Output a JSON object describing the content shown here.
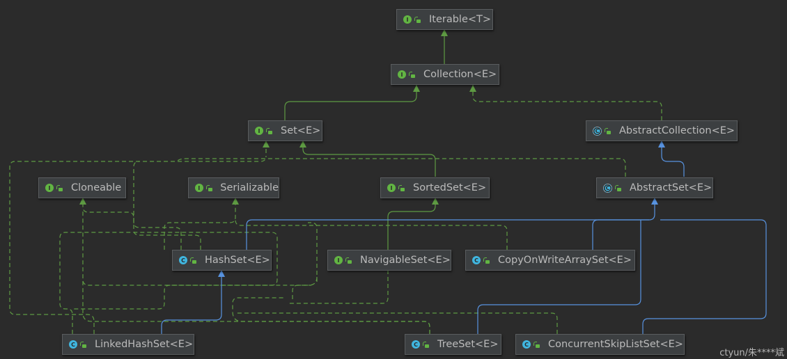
{
  "diagram": {
    "nodes": [
      {
        "id": "iterable",
        "label": "Iterable<T>",
        "kind": "I"
      },
      {
        "id": "collection",
        "label": "Collection<E>",
        "kind": "I"
      },
      {
        "id": "set",
        "label": "Set<E>",
        "kind": "I"
      },
      {
        "id": "abstract_collection",
        "label": "AbstractCollection<E>",
        "kind": "A"
      },
      {
        "id": "cloneable",
        "label": "Cloneable",
        "kind": "I"
      },
      {
        "id": "serializable",
        "label": "Serializable",
        "kind": "I"
      },
      {
        "id": "sorted_set",
        "label": "SortedSet<E>",
        "kind": "I"
      },
      {
        "id": "abstract_set",
        "label": "AbstractSet<E>",
        "kind": "A"
      },
      {
        "id": "hash_set",
        "label": "HashSet<E>",
        "kind": "C"
      },
      {
        "id": "navigable_set",
        "label": "NavigableSet<E>",
        "kind": "I"
      },
      {
        "id": "copy_on_write_array_set",
        "label": "CopyOnWriteArraySet<E>",
        "kind": "C"
      },
      {
        "id": "linked_hash_set",
        "label": "LinkedHashSet<E>",
        "kind": "C"
      },
      {
        "id": "tree_set",
        "label": "TreeSet<E>",
        "kind": "C"
      },
      {
        "id": "concurrent_skip_list_set",
        "label": "ConcurrentSkipListSet<E>",
        "kind": "C"
      }
    ],
    "relation_colors": {
      "interface_extends": "#5e9b43",
      "implements": "#5e9b43",
      "class_extends": "#5893e0"
    }
  },
  "watermark": "ctyun/朱****斌"
}
